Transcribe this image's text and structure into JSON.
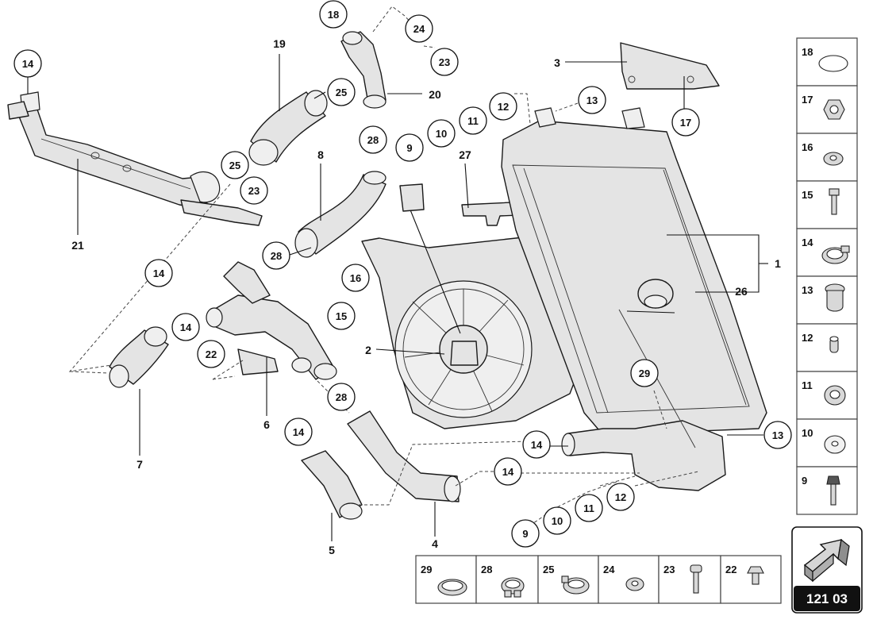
{
  "page_code": "121 03",
  "callouts": [
    {
      "id": "c18a",
      "text": "18"
    },
    {
      "id": "c24a",
      "text": "24"
    },
    {
      "id": "c23a",
      "text": "23"
    },
    {
      "id": "c14a",
      "text": "14"
    },
    {
      "id": "c25a",
      "text": "25"
    },
    {
      "id": "c28a",
      "text": "28"
    },
    {
      "id": "c9a",
      "text": "9"
    },
    {
      "id": "c10a",
      "text": "10"
    },
    {
      "id": "c11a",
      "text": "11"
    },
    {
      "id": "c12a",
      "text": "12"
    },
    {
      "id": "c13a",
      "text": "13"
    },
    {
      "id": "c17a",
      "text": "17"
    },
    {
      "id": "c25b",
      "text": "25"
    },
    {
      "id": "c23b",
      "text": "23"
    },
    {
      "id": "c28b",
      "text": "28"
    },
    {
      "id": "c14b",
      "text": "14"
    },
    {
      "id": "c16a",
      "text": "16"
    },
    {
      "id": "c15a",
      "text": "15"
    },
    {
      "id": "c14c",
      "text": "14"
    },
    {
      "id": "c22a",
      "text": "22"
    },
    {
      "id": "c28c",
      "text": "28"
    },
    {
      "id": "c14d",
      "text": "14"
    },
    {
      "id": "c14e",
      "text": "14"
    },
    {
      "id": "c14f",
      "text": "14"
    },
    {
      "id": "c29a",
      "text": "29"
    },
    {
      "id": "c13b",
      "text": "13"
    },
    {
      "id": "c12b",
      "text": "12"
    },
    {
      "id": "c11b",
      "text": "11"
    },
    {
      "id": "c10b",
      "text": "10"
    },
    {
      "id": "c9b",
      "text": "9"
    }
  ],
  "labels": [
    {
      "id": "l19",
      "text": "19"
    },
    {
      "id": "l20",
      "text": "20"
    },
    {
      "id": "l3",
      "text": "3"
    },
    {
      "id": "l27",
      "text": "27"
    },
    {
      "id": "l8",
      "text": "8"
    },
    {
      "id": "l21",
      "text": "21"
    },
    {
      "id": "l1",
      "text": "1"
    },
    {
      "id": "l26",
      "text": "26"
    },
    {
      "id": "l2",
      "text": "2"
    },
    {
      "id": "l6",
      "text": "6"
    },
    {
      "id": "l7",
      "text": "7"
    },
    {
      "id": "l5",
      "text": "5"
    },
    {
      "id": "l4",
      "text": "4"
    }
  ],
  "legend_right": [
    {
      "number": "18",
      "icon": "clamp-ring-icon"
    },
    {
      "number": "17",
      "icon": "hex-nut-icon"
    },
    {
      "number": "16",
      "icon": "washer-icon"
    },
    {
      "number": "15",
      "icon": "bolt-icon"
    },
    {
      "number": "14",
      "icon": "hose-clamp-icon"
    },
    {
      "number": "13",
      "icon": "rubber-grommet-icon"
    },
    {
      "number": "12",
      "icon": "spacer-sleeve-icon"
    },
    {
      "number": "11",
      "icon": "bushing-icon"
    },
    {
      "number": "10",
      "icon": "flat-washer-icon"
    },
    {
      "number": "9",
      "icon": "screw-icon"
    }
  ],
  "legend_bottom": [
    {
      "number": "29",
      "icon": "o-ring-icon"
    },
    {
      "number": "28",
      "icon": "band-clamp-icon"
    },
    {
      "number": "25",
      "icon": "spring-clamp-icon"
    },
    {
      "number": "24",
      "icon": "washer-icon"
    },
    {
      "number": "23",
      "icon": "bolt-icon"
    },
    {
      "number": "22",
      "icon": "flange-bolt-icon"
    }
  ]
}
